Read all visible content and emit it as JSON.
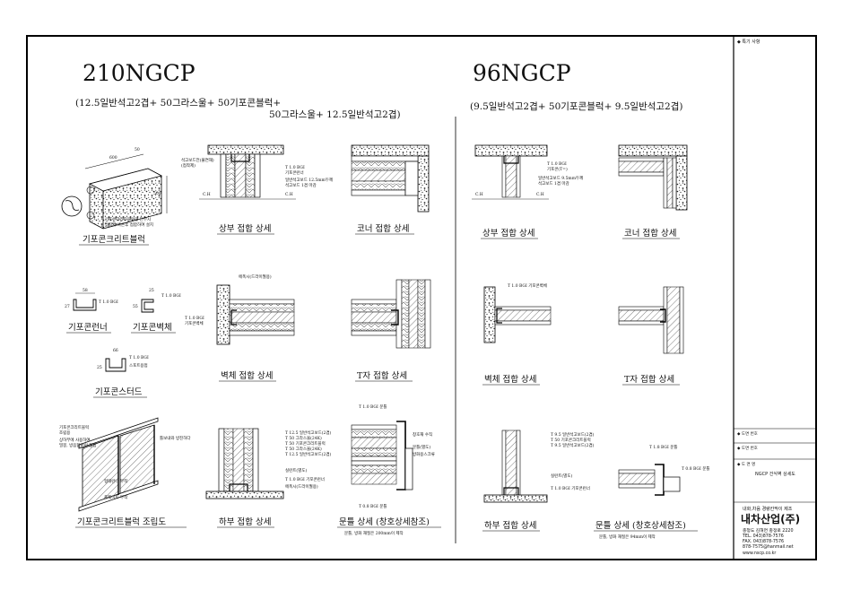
{
  "left": {
    "title": "210NGCP",
    "subtitle_line1": "(12.5일반석고2겹+ 50그라스울+ 50기포콘블럭+",
    "subtitle_line2": "50그라스울+ 12.5일반석고2겹)",
    "captions": {
      "block": "기포콘크리트블럭",
      "runner": "기포콘런너",
      "wall_piece": "기포콘벽체",
      "stud": "기포콘스터드",
      "assembly": "기포콘크리트블럭 조립도",
      "top": "상부 접합 상세",
      "corner": "코너 접합 상세",
      "wall_joint": "벽체 접합 상세",
      "t_joint": "T자 접합 상세",
      "bottom": "하부 접합 상세",
      "door": "문틀 상세 (창호상세참조)"
    },
    "door_note": "문틀, 방화 재질은 200mm이 제작",
    "block_dims": [
      "600",
      "50",
      "500"
    ],
    "block_note": [
      "기포콘크리트블럭을 단부시",
      "접착제 바른후 접합하여 설치"
    ],
    "runner_dims": [
      "58",
      "27",
      "T 1.0 BGI"
    ],
    "wall_piece_dims": [
      "25",
      "55",
      "T 1.0 BGI"
    ],
    "stud_dims": [
      "66",
      "T 1.0 BGI",
      "25",
      "스포트용접"
    ],
    "assembly_notes": [
      "기포콘크리트블럭",
      "조립용",
      "상하부에 사용하여",
      "밀봉, 방음합판이 접합",
      "틀보내와 방진하다",
      "형태런너 부착",
      "플레이트 부착"
    ],
    "top_notes": [
      "석고보드전(불연재)",
      "(접착제)",
      "T 1.0 BGI",
      "기포콘런너",
      "일반석고보드 12.5mm두께",
      "석고보드 1겹 마감",
      "C.H"
    ],
    "wall_joint_notes": [
      "에폭시(드라이월용)",
      "T 1.0 BGI",
      "기포콘벽체"
    ],
    "bottom_notes": [
      "T 12.5 일반석고보드(2겹)",
      "T 50 그라스울(24K)",
      "T 50 기포콘크리트블럭",
      "T 50 그라스울(24K)",
      "T 12.5 일반석고보드(2겹)",
      "실런트(별도)",
      "T 1.0 BGI 기포콘런너",
      "에폭시(드라이월용)"
    ],
    "door_notes": [
      "T 1.0 BGI 문틀",
      "창호재 수직",
      "문틀(별도)",
      "방화용스크류",
      "T 0.8 BGI 문틀"
    ]
  },
  "right": {
    "title": "96NGCP",
    "subtitle": "(9.5일반석고2겹+ 50기포콘블럭+ 9.5일반석고2겹)",
    "captions": {
      "top": "상부 접합 상세",
      "corner": "코너 접합 상세",
      "wall_joint": "벽체 접합 상세",
      "t_joint": "T자 접합 상세",
      "bottom": "하부 접합 상세",
      "door": "문틀 상세 (창호상세참조)"
    },
    "door_note": "문틀, 방화 재질은 94mm이 제작",
    "top_notes": [
      "T 1.0 BGI",
      "기포콘(T=)",
      "일반석고보드 9.5mm두께",
      "석고보드 1겹 마감",
      "C.H"
    ],
    "wall_joint_notes": [
      "T 1.0 BGI 기포콘벽체"
    ],
    "bottom_notes": [
      "T 9.5 일반석고보드(2겹)",
      "T 50 기포콘크리트블럭",
      "T 9.5 일반석고보드(2겹)",
      "실런트(별도)",
      "T 1.0 BGI 기포콘런너"
    ],
    "door_notes": [
      "T 1.8 BGI 문틀",
      "T 0.8 BGI 문틀"
    ]
  },
  "title_block": {
    "special_notes": "◆ 특기 사항",
    "drawing_no": "◆ 도면 번호",
    "scale": "◆ 도면 번호",
    "drawing_name_label": "◆ 도 면 명",
    "drawing_name": "NGCP 건식벽 상세도",
    "company_tagline": "내화,차음 경량칸막이 제조",
    "company_name": "내차산업(주)",
    "address": "충청도 김해면 충정로 2220",
    "tel": "TEL. 043)878-7576",
    "fax": "FAX. 043)878-7576",
    "email": "878-7575@hanmail.net",
    "web": "www.nscp.co.kr"
  }
}
